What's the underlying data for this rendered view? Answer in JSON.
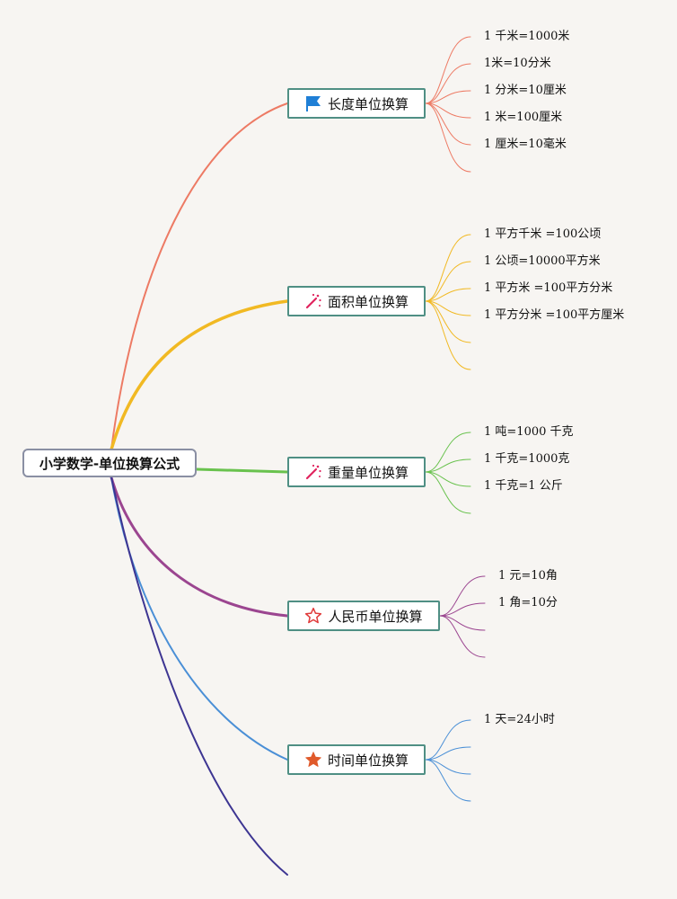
{
  "central_topic": "小学数学-单位换算公式",
  "branches": [
    {
      "label": "长度单位换算",
      "icon": "flag-icon",
      "color": "#ed7a64",
      "items": [
        "1 千米=1000米",
        "1米=10分米",
        "1 分米=10厘米",
        "1 米=100厘米",
        "1 厘米=10毫米",
        ""
      ]
    },
    {
      "label": "面积单位换算",
      "icon": "magic-wand-icon",
      "color": "#f1b923",
      "items": [
        "1 平方千米 =100公顷",
        "1 公顷=10000平方米",
        "1 平方米 =100平方分米",
        "1 平方分米 =100平方厘米",
        "",
        ""
      ]
    },
    {
      "label": "重量单位换算",
      "icon": "magic-wand-icon",
      "color": "#69c24e",
      "items": [
        "1 吨=1000 千克",
        "1 千克=1000克",
        "1 千克=1 公斤"
      ]
    },
    {
      "label": "人民币单位换算",
      "icon": "star-outline-icon",
      "color": "#9b4590",
      "items": [
        "1 元=10角",
        "1 角=10分",
        "",
        ""
      ]
    },
    {
      "label": "时间单位换算",
      "icon": "star-filled-icon",
      "color": "#4a8fd6",
      "items": [
        "1 天=24小时",
        "",
        "",
        ""
      ]
    }
  ],
  "extra_branch_color": "#3d3592",
  "icon_colors": {
    "flag": "#1f7fd6",
    "magic_wand": "#e0245e",
    "star_outline": "#e03a3a",
    "star_filled": "#e05a2b"
  }
}
